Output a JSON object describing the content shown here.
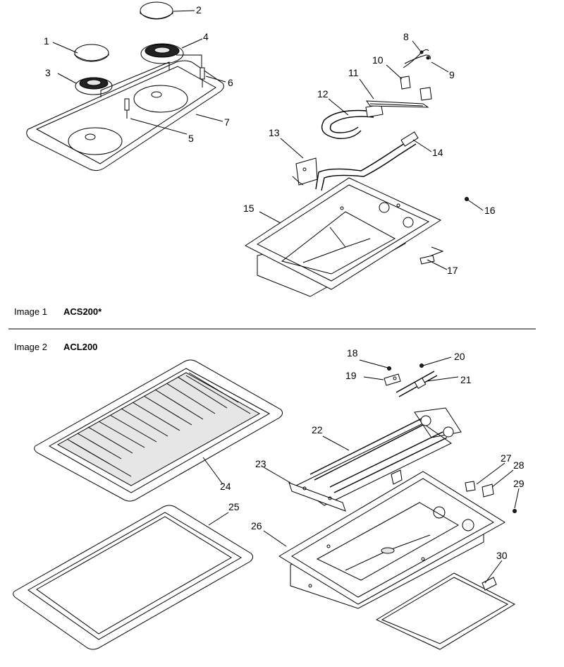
{
  "images": [
    {
      "label": "Image 1",
      "model": "ACS200*"
    },
    {
      "label": "Image 2",
      "model": "ACL200"
    }
  ],
  "callouts": [
    "1",
    "2",
    "3",
    "4",
    "5",
    "6",
    "7",
    "8",
    "9",
    "10",
    "11",
    "12",
    "13",
    "14",
    "15",
    "16",
    "17",
    "18",
    "19",
    "20",
    "21",
    "22",
    "23",
    "24",
    "25",
    "26",
    "27",
    "28",
    "29",
    "30"
  ]
}
